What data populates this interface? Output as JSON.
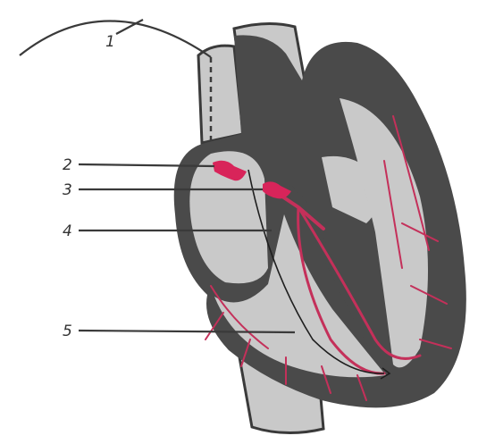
{
  "diagram": {
    "subject": "heart-conduction-system",
    "labels": [
      {
        "id": "1",
        "text": "1"
      },
      {
        "id": "2",
        "text": "2"
      },
      {
        "id": "3",
        "text": "3"
      },
      {
        "id": "4",
        "text": "4"
      },
      {
        "id": "5",
        "text": "5"
      }
    ],
    "colors": {
      "wall": "#4a4a4a",
      "cavity": "#c9c9c9",
      "conduction": "#c4305a",
      "leader": "#3a3a3a"
    }
  }
}
